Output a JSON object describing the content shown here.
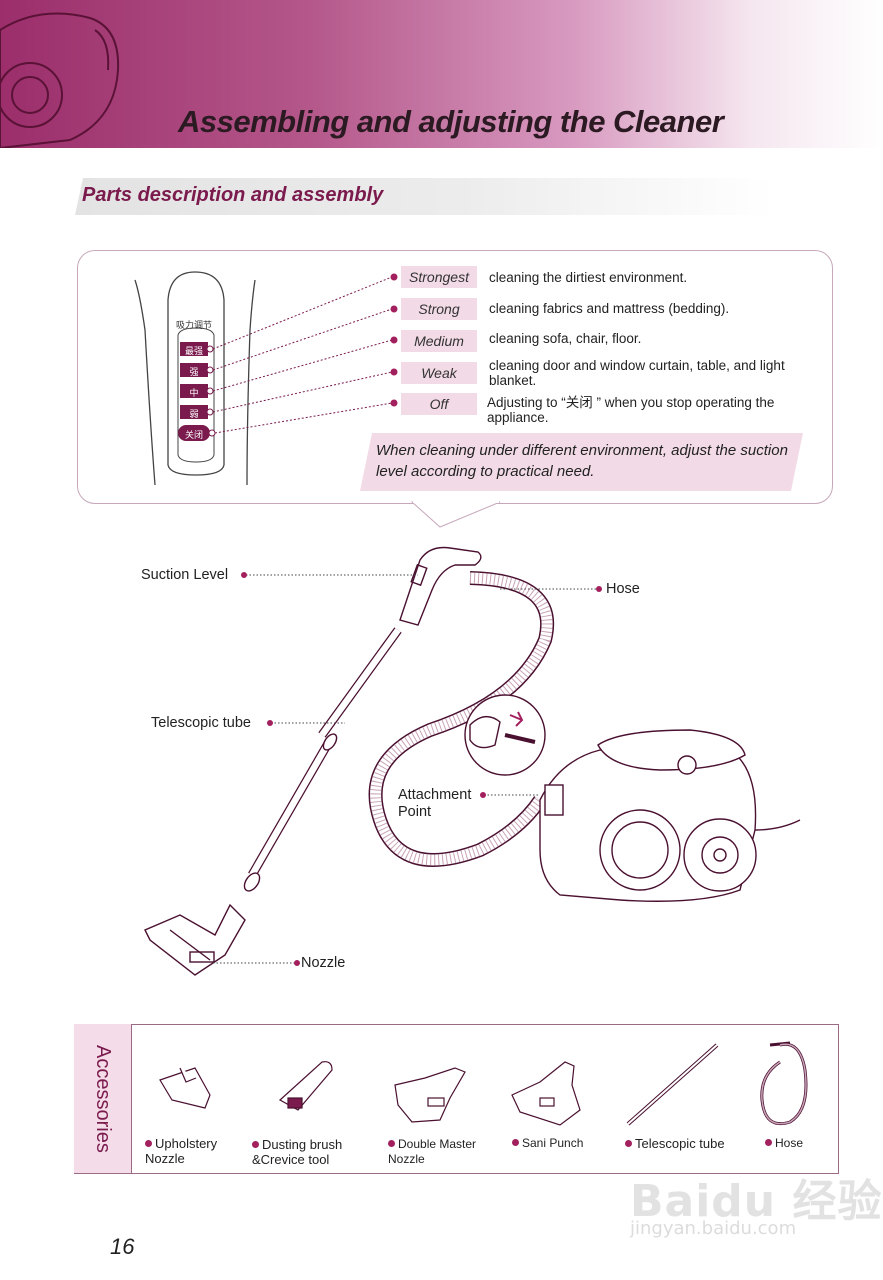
{
  "header": {
    "title": "Assembling and adjusting the Cleaner"
  },
  "section": {
    "title": "Parts description and assembly"
  },
  "suction_panel": {
    "handle_heading": "吸力调节",
    "handle_buttons": [
      "最强",
      "强",
      "中",
      "弱",
      "关闭"
    ],
    "levels": [
      {
        "label": "Strongest",
        "description": "cleaning the dirtiest environment."
      },
      {
        "label": "Strong",
        "description": "cleaning fabrics and mattress (bedding)."
      },
      {
        "label": "Medium",
        "description": "cleaning sofa, chair, floor."
      },
      {
        "label": "Weak",
        "description": "cleaning door and window curtain, table, and light blanket."
      },
      {
        "label": "Off",
        "description": "Adjusting to “关闭 ” when you stop operating the appliance."
      }
    ],
    "note": "When cleaning under different environment, adjust the suction level according to practical need."
  },
  "diagram": {
    "callouts": {
      "suction_level": "Suction Level",
      "hose": "Hose",
      "telescopic_tube": "Telescopic tube",
      "attachment_point": "Attachment Point",
      "nozzle": "Nozzle"
    }
  },
  "accessories": {
    "heading": "Accessories",
    "items": [
      "Upholstery Nozzle",
      "Dusting brush &Crevice tool",
      "Double Master Nozzle",
      "Sani Punch",
      "Telescopic tube",
      "Hose"
    ]
  },
  "footer": {
    "page_number": "16"
  },
  "watermark": {
    "brand": "Baidu 经验",
    "url": "jingyan.baidu.com"
  },
  "colors": {
    "accent": "#a3205e",
    "header": "#9b2e6b",
    "label_bg": "#f2dbe7"
  }
}
